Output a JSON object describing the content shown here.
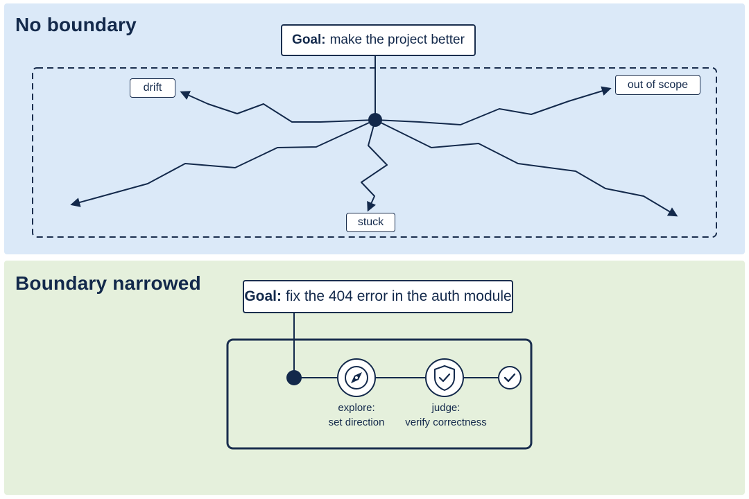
{
  "top": {
    "title": "No boundary",
    "goal": {
      "prefix": "Goal:",
      "text": "make the project better"
    },
    "labels": {
      "drift": "drift",
      "out_of_scope": "out of scope",
      "stuck": "stuck"
    }
  },
  "bottom": {
    "title": "Boundary narrowed",
    "goal": {
      "prefix": "Goal:",
      "text": "fix the 404 error in the auth module"
    },
    "steps": [
      {
        "line1": "explore:",
        "line2": "set direction",
        "icon": "compass-icon"
      },
      {
        "line1": "judge:",
        "line2": "verify correctness",
        "icon": "shield-check-icon"
      },
      {
        "icon": "check-icon"
      }
    ]
  },
  "colors": {
    "ink": "#13294b",
    "top_panel_bg": "#dbe9f8",
    "bottom_panel_bg": "#e5f0dc"
  }
}
